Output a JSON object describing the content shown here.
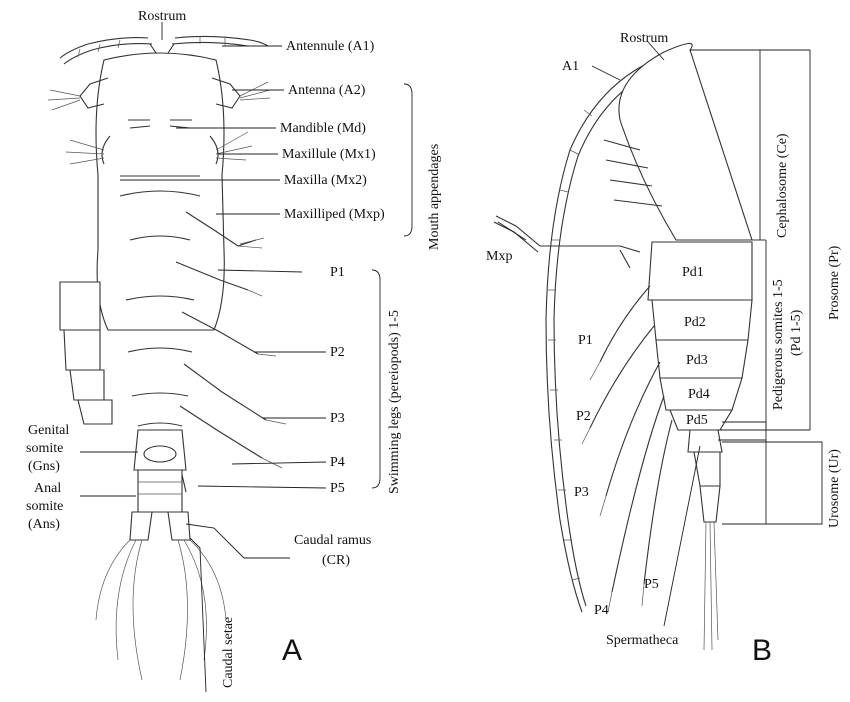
{
  "panel_a": {
    "letter": "A",
    "labels": {
      "rostrum": "Rostrum",
      "antennule": "Antennule (A1)",
      "antenna": "Antenna (A2)",
      "mandible": "Mandible (Md)",
      "maxillule": "Maxillule (Mx1)",
      "maxilla": "Maxilla (Mx2)",
      "maxilliped": "Maxilliped (Mxp)",
      "mouth_appendages": "Mouth appendages",
      "p1": "P1",
      "p2": "P2",
      "p3": "P3",
      "p4": "P4",
      "p5": "P5",
      "swimming_legs": "Swimming legs (pereiopods) 1-5",
      "genital_line1": "Genital",
      "genital_line2": "somite",
      "genital_line3": "(Gns)",
      "anal_line1": "Anal",
      "anal_line2": "somite",
      "anal_line3": "(Ans)",
      "caudal_ramus_line1": "Caudal ramus",
      "caudal_ramus_line2": "(CR)",
      "caudal_setae": "Caudal setae"
    }
  },
  "panel_b": {
    "letter": "B",
    "labels": {
      "rostrum": "Rostrum",
      "a1": "A1",
      "mxp": "Mxp",
      "p1": "P1",
      "p2": "P2",
      "p3": "P3",
      "p4": "P4",
      "p5": "P5",
      "pd1": "Pd1",
      "pd2": "Pd2",
      "pd3": "Pd3",
      "pd4": "Pd4",
      "pd5": "Pd5",
      "cephalosome": "Cephalosome (Ce)",
      "pedigerous_line1": "Pedigerous somites 1-5",
      "pedigerous_line2": "(Pd 1-5)",
      "prosome": "Prosome (Pr)",
      "urosome": "Urosome (Ur)",
      "spermatheca": "Spermatheca"
    }
  }
}
